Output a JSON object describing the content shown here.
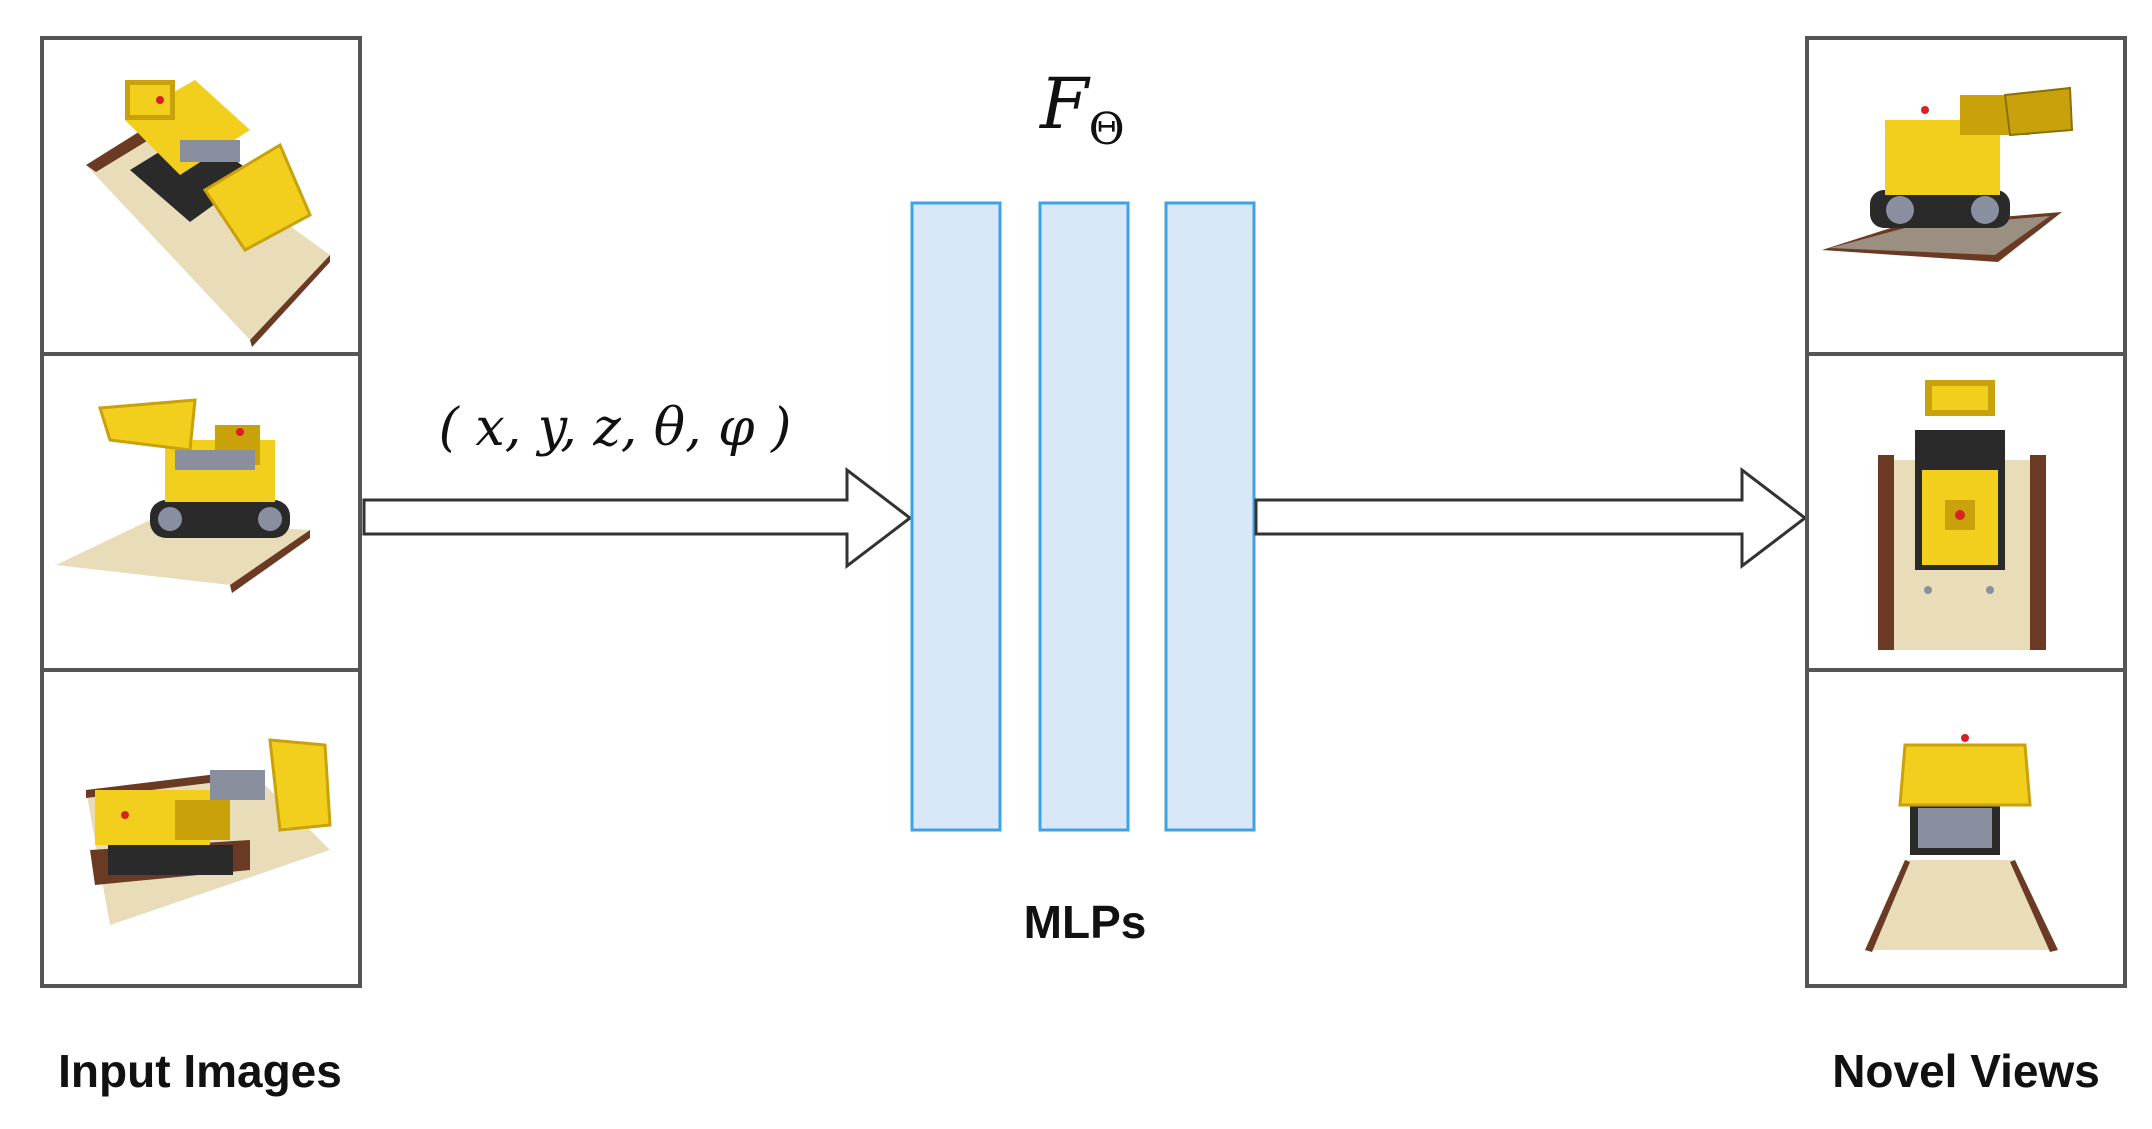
{
  "input_label": "Input Images",
  "output_label": "Novel Views",
  "mlp_label": "MLPs",
  "function_symbol": "F",
  "function_subscript": "Θ",
  "input_vars": "( x, y, z, θ, φ )",
  "colors": {
    "layer_fill": "#d9e8f8",
    "layer_stroke": "#3fa3e3",
    "frame_stroke": "#555555",
    "bulldozer_yellow": "#f2cf1c",
    "bulldozer_yellow_dark": "#c9a10b",
    "baseplate_tan": "#e9dcb8",
    "baseplate_brown": "#6b3a24",
    "tread_dark": "#2a2a2a",
    "accent_red": "#d92020"
  }
}
